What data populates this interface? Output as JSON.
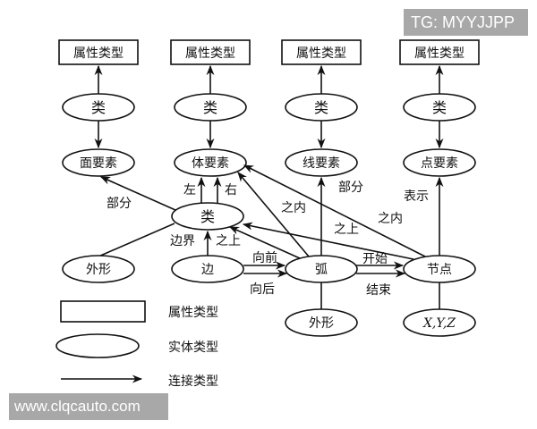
{
  "watermarks": {
    "top_right": "TG: MYYJJPP",
    "bottom_left": "www.clqcauto.com"
  },
  "columns": [
    {
      "attribute": "属性类型",
      "class": "类",
      "element": "面要素"
    },
    {
      "attribute": "属性类型",
      "class": "类",
      "element": "体要素"
    },
    {
      "attribute": "属性类型",
      "class": "类",
      "element": "线要素"
    },
    {
      "attribute": "属性类型",
      "class": "类",
      "element": "点要素"
    }
  ],
  "nodes": {
    "central_class": "类",
    "shape_left": "外形",
    "edge": "边",
    "arc": "弧",
    "node": "节点",
    "shape_arc": "外形",
    "coords": "X,Y,Z"
  },
  "edge_labels": {
    "part_face": "部分",
    "left": "左",
    "right": "右",
    "boundary": "边界",
    "above_edge": "之上",
    "forward": "向前",
    "backward": "向后",
    "within_arc": "之内",
    "part_line": "部分",
    "above_node": "之上",
    "within_node": "之内",
    "start": "开始",
    "end": "结束",
    "represent": "表示"
  },
  "legend": [
    {
      "shape": "rectangle",
      "label": "属性类型"
    },
    {
      "shape": "ellipse",
      "label": "实体类型"
    },
    {
      "shape": "arrow",
      "label": "连接类型"
    }
  ]
}
